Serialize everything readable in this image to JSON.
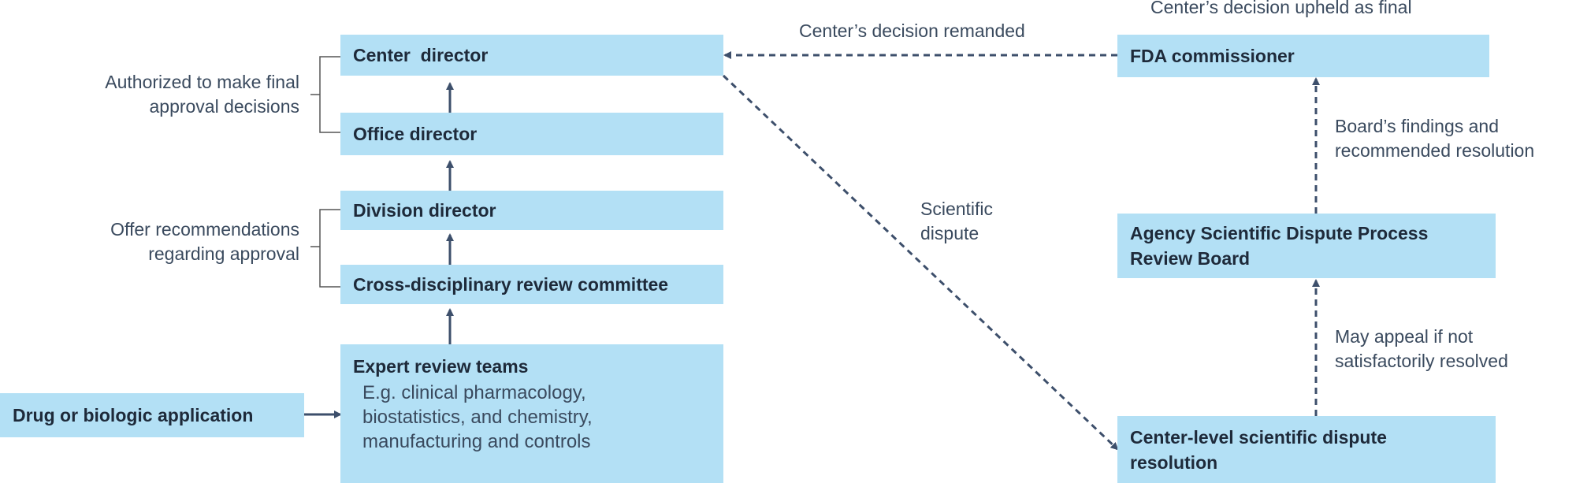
{
  "boxes": {
    "center_director": "Center  director",
    "office_director": "Office director",
    "division_director": "Division director",
    "cross_committee": "Cross-disciplinary review committee",
    "expert_teams_title": "Expert review teams",
    "expert_teams_sub": [
      "E.g. clinical pharmacology,",
      "biostatistics, and chemistry,",
      "manufacturing and controls"
    ],
    "application": "Drug or biologic application",
    "fda_commissioner": "FDA commissioner",
    "review_board": [
      "Agency Scientific Dispute Process",
      "Review Board"
    ],
    "center_dispute": [
      "Center-level scientific dispute",
      "resolution"
    ]
  },
  "labels": {
    "authorized": [
      "Authorized to make final",
      "approval decisions"
    ],
    "offer": [
      "Offer recommendations",
      "regarding approval"
    ],
    "remanded": "Center’s decision remanded",
    "upheld": "Center’s decision upheld as final",
    "scientific_dispute": [
      "Scientific",
      "dispute"
    ],
    "board_findings": [
      "Board’s findings and",
      "recommended resolution"
    ],
    "may_appeal": [
      "May appeal if not",
      "satisfactorily resolved"
    ]
  }
}
